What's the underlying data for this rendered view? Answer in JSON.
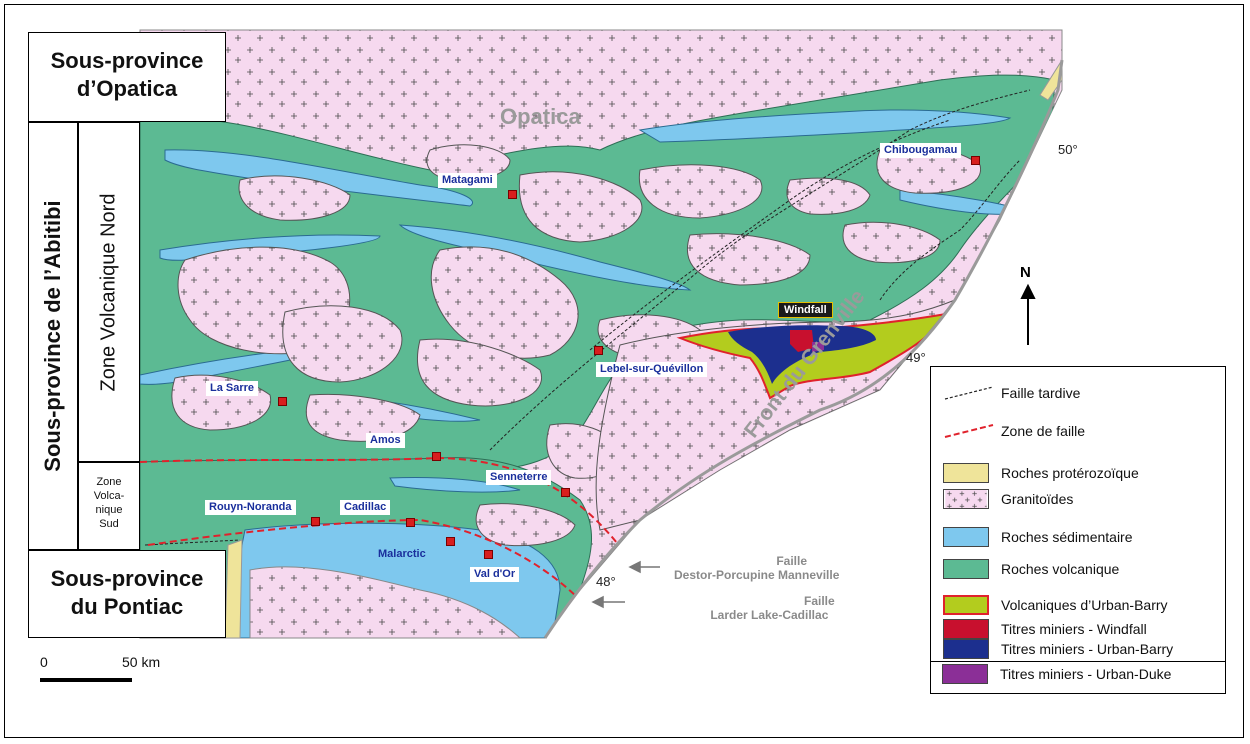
{
  "provinces": {
    "opatica": "Sous-province d’Opatica",
    "opatica_line1": "Sous-province",
    "opatica_line2": "d’Opatica",
    "abitibi": "Sous-province de l’Abitibi",
    "zone_nord": "Zone Volcanique Nord",
    "zone_sud_lines": [
      "Zone",
      "Volca-",
      "nique",
      "Sud"
    ],
    "pontiac_line1": "Sous-province",
    "pontiac_line2": "du Pontiac"
  },
  "map_labels": {
    "opatica": "Opatica",
    "front": "Front du Grenville",
    "fault1": [
      "Faille",
      "Destor-Porcupine Manneville"
    ],
    "fault2": [
      "Faille",
      "Larder Lake-Cadillac"
    ],
    "lat50": "50°",
    "lat49": "49°",
    "lat48": "48°",
    "north": "N",
    "windfall": "Windfall"
  },
  "cities": [
    {
      "id": "chibougamau",
      "name": "Chibougamau"
    },
    {
      "id": "matagami",
      "name": "Matagami"
    },
    {
      "id": "lebel",
      "name": "Lebel-sur-Quévillon"
    },
    {
      "id": "lasarre",
      "name": "La Sarre"
    },
    {
      "id": "amos",
      "name": "Amos"
    },
    {
      "id": "senneterre",
      "name": "Senneterre"
    },
    {
      "id": "rouyn",
      "name": "Rouyn-Noranda"
    },
    {
      "id": "cadillac",
      "name": "Cadillac"
    },
    {
      "id": "malarctic",
      "name": "Malarctic"
    },
    {
      "id": "valdor",
      "name": "Val d'Or"
    }
  ],
  "scale": {
    "zero": "0",
    "label": "50 km"
  },
  "legend": [
    {
      "label": "Faille tardive",
      "kind": "line-dash-black"
    },
    {
      "label": "Zone de faille",
      "kind": "line-dash-red"
    },
    {
      "label": "Roches protérozoïque",
      "color": "#efe49a"
    },
    {
      "label": "Granitoïdes",
      "color": "#f6d9ef",
      "pattern": "plus"
    },
    {
      "label": "Roches sédimentaire",
      "color": "#7ec8ee"
    },
    {
      "label": "Roches volcanique",
      "color": "#5cba93"
    },
    {
      "label": "Volcaniques d’Urban-Barry",
      "color": "#b3cc1e",
      "border": "#e0222c"
    },
    {
      "label": "Titres miniers - Windfall",
      "color": "#c8102e"
    },
    {
      "label": "Titres miniers - Urban-Barry",
      "color": "#1c2f8e"
    },
    {
      "label": "Titres miniers - Urban-Duke",
      "color": "#8b2f97"
    }
  ],
  "colors": {
    "granite": "#f6d9ef",
    "volcanic": "#5cba93",
    "sediment": "#7ec8ee",
    "proterozoic": "#efe49a",
    "urban_barry": "#b3cc1e",
    "windfall": "#c8102e",
    "urban_barry_claims": "#1c2f8e",
    "urban_duke": "#8b2f97",
    "fault_red": "#e0222c"
  }
}
